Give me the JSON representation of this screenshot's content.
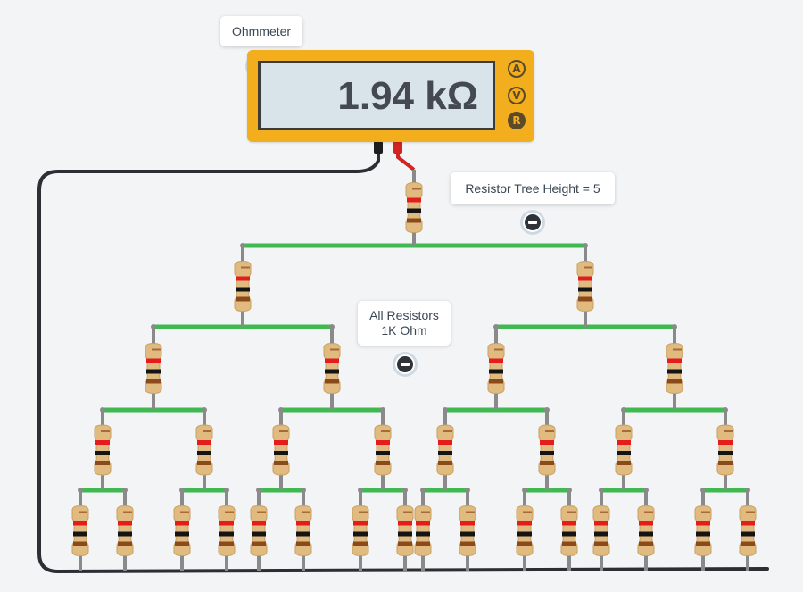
{
  "meter": {
    "title": "Ohmmeter",
    "reading": "1.94 kΩ",
    "modes": [
      {
        "label": "A",
        "active": false
      },
      {
        "label": "V",
        "active": false
      },
      {
        "label": "R",
        "active": true
      }
    ]
  },
  "labels": {
    "tree_height": "Resistor Tree Height = 5",
    "resistors_line1": "All Resistors",
    "resistors_line2": "1K Ohm"
  },
  "tree": {
    "height": 5
  },
  "colors": {
    "wire_green": "#3fb950",
    "wire_black": "#2b2e33",
    "lead_gray": "#8a8a8a",
    "resistor_body": "#e0ba7e",
    "band_brown": "#8b4a1c",
    "band_black": "#141414",
    "band_red": "#e51c1c",
    "meter_orange": "#f2ae1c",
    "probe_red": "#d32222"
  }
}
